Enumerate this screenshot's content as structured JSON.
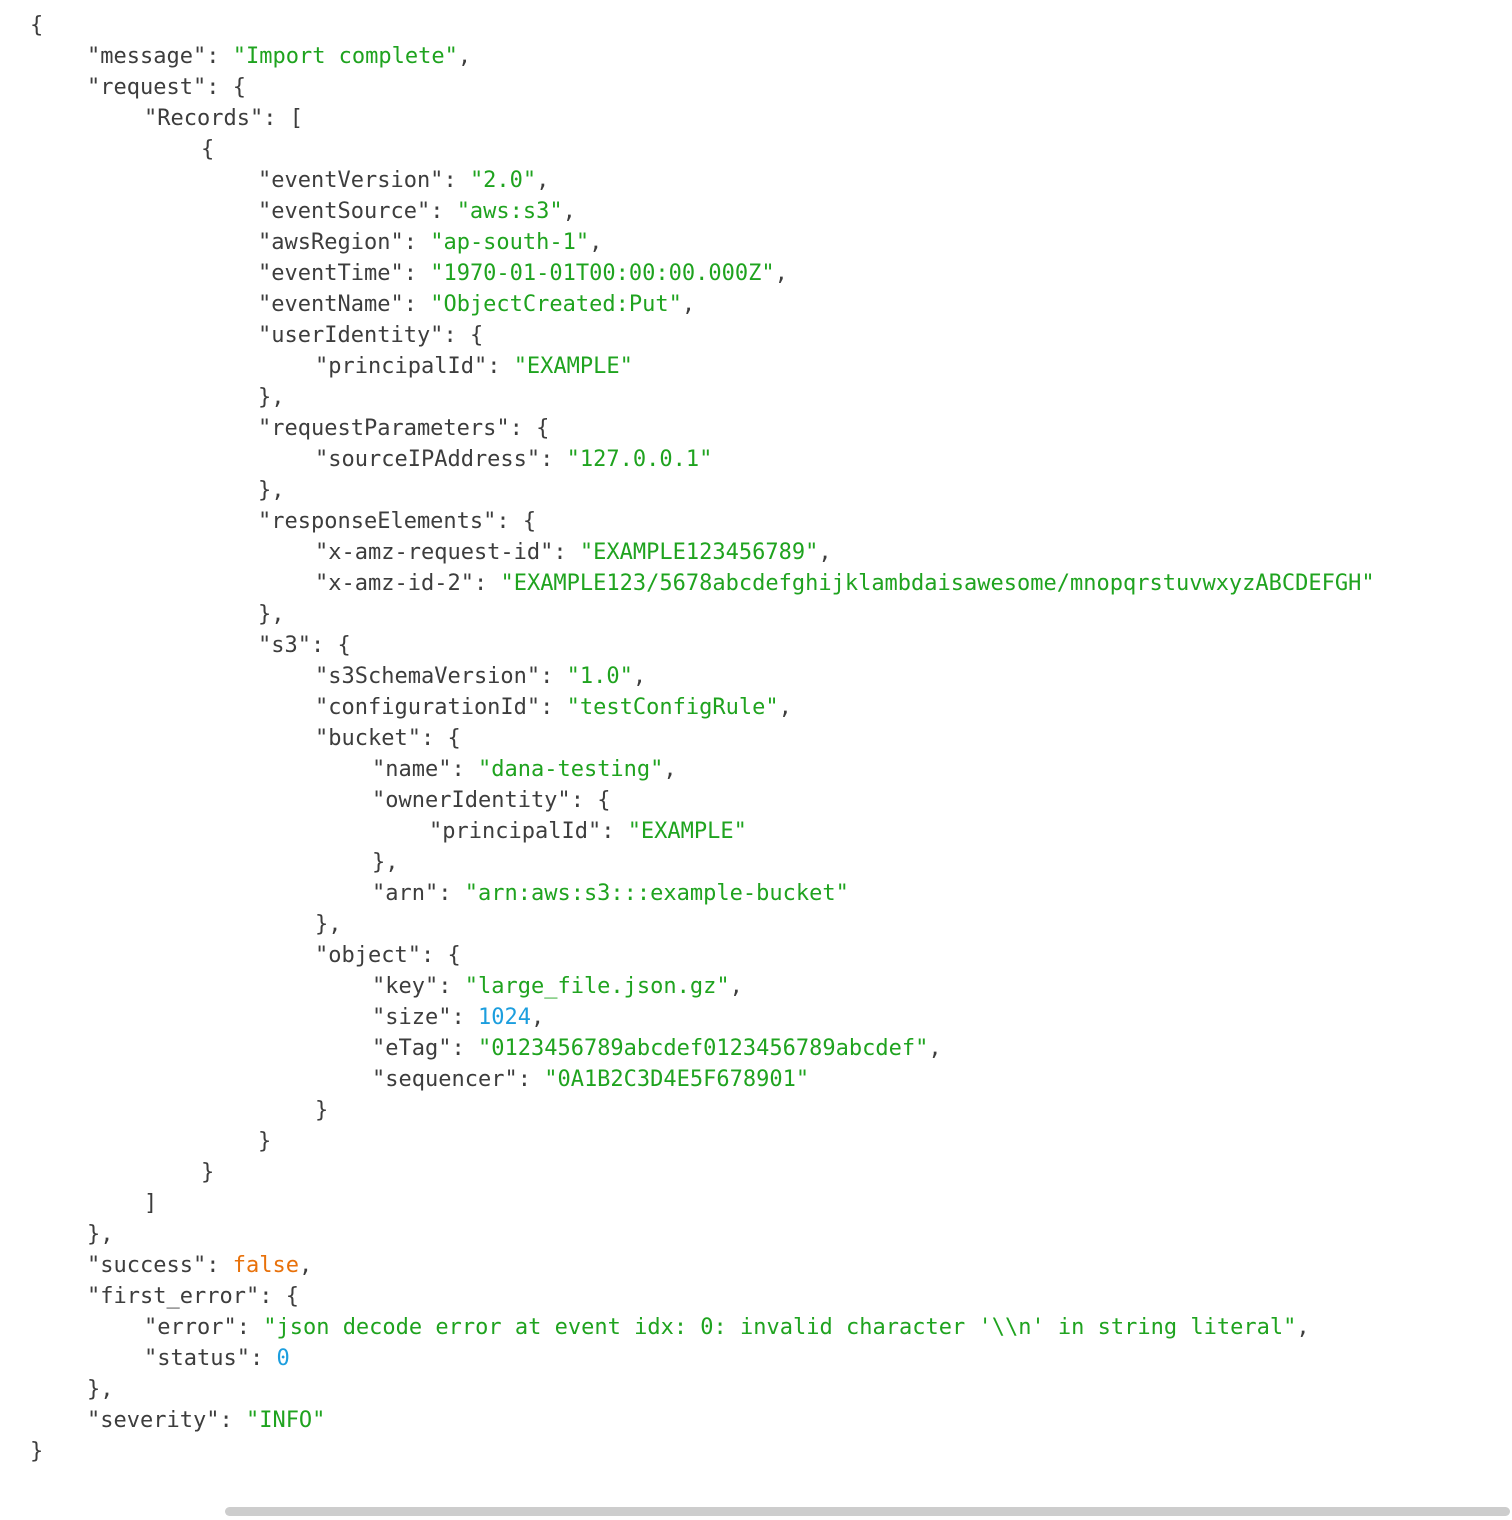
{
  "colors": {
    "background": "#ffffff",
    "key": "#3d3d3d",
    "punct": "#3d3d3d",
    "string": "#1fa31f",
    "number": "#1c9ede",
    "boolean": "#e8710a",
    "scrollbar": "#cdcdcd"
  },
  "json_lines": [
    {
      "i": 0,
      "t": [
        {
          "c": "p",
          "v": "{"
        }
      ]
    },
    {
      "i": 1,
      "t": [
        {
          "c": "k",
          "v": "\"message\""
        },
        {
          "c": "p",
          "v": ": "
        },
        {
          "c": "s",
          "v": "\"Import complete\""
        },
        {
          "c": "p",
          "v": ","
        }
      ]
    },
    {
      "i": 1,
      "t": [
        {
          "c": "k",
          "v": "\"request\""
        },
        {
          "c": "p",
          "v": ": "
        },
        {
          "c": "p",
          "v": "{"
        }
      ]
    },
    {
      "i": 2,
      "t": [
        {
          "c": "k",
          "v": "\"Records\""
        },
        {
          "c": "p",
          "v": ": "
        },
        {
          "c": "p",
          "v": "["
        }
      ]
    },
    {
      "i": 3,
      "t": [
        {
          "c": "p",
          "v": "{"
        }
      ]
    },
    {
      "i": 4,
      "t": [
        {
          "c": "k",
          "v": "\"eventVersion\""
        },
        {
          "c": "p",
          "v": ": "
        },
        {
          "c": "s",
          "v": "\"2.0\""
        },
        {
          "c": "p",
          "v": ","
        }
      ]
    },
    {
      "i": 4,
      "t": [
        {
          "c": "k",
          "v": "\"eventSource\""
        },
        {
          "c": "p",
          "v": ": "
        },
        {
          "c": "s",
          "v": "\"aws:s3\""
        },
        {
          "c": "p",
          "v": ","
        }
      ]
    },
    {
      "i": 4,
      "t": [
        {
          "c": "k",
          "v": "\"awsRegion\""
        },
        {
          "c": "p",
          "v": ": "
        },
        {
          "c": "s",
          "v": "\"ap-south-1\""
        },
        {
          "c": "p",
          "v": ","
        }
      ]
    },
    {
      "i": 4,
      "t": [
        {
          "c": "k",
          "v": "\"eventTime\""
        },
        {
          "c": "p",
          "v": ": "
        },
        {
          "c": "s",
          "v": "\"1970-01-01T00:00:00.000Z\""
        },
        {
          "c": "p",
          "v": ","
        }
      ]
    },
    {
      "i": 4,
      "t": [
        {
          "c": "k",
          "v": "\"eventName\""
        },
        {
          "c": "p",
          "v": ": "
        },
        {
          "c": "s",
          "v": "\"ObjectCreated:Put\""
        },
        {
          "c": "p",
          "v": ","
        }
      ]
    },
    {
      "i": 4,
      "t": [
        {
          "c": "k",
          "v": "\"userIdentity\""
        },
        {
          "c": "p",
          "v": ": "
        },
        {
          "c": "p",
          "v": "{"
        }
      ]
    },
    {
      "i": 5,
      "t": [
        {
          "c": "k",
          "v": "\"principalId\""
        },
        {
          "c": "p",
          "v": ": "
        },
        {
          "c": "s",
          "v": "\"EXAMPLE\""
        }
      ]
    },
    {
      "i": 4,
      "t": [
        {
          "c": "p",
          "v": "},"
        }
      ]
    },
    {
      "i": 4,
      "t": [
        {
          "c": "k",
          "v": "\"requestParameters\""
        },
        {
          "c": "p",
          "v": ": "
        },
        {
          "c": "p",
          "v": "{"
        }
      ]
    },
    {
      "i": 5,
      "t": [
        {
          "c": "k",
          "v": "\"sourceIPAddress\""
        },
        {
          "c": "p",
          "v": ": "
        },
        {
          "c": "s",
          "v": "\"127.0.0.1\""
        }
      ]
    },
    {
      "i": 4,
      "t": [
        {
          "c": "p",
          "v": "},"
        }
      ]
    },
    {
      "i": 4,
      "t": [
        {
          "c": "k",
          "v": "\"responseElements\""
        },
        {
          "c": "p",
          "v": ": "
        },
        {
          "c": "p",
          "v": "{"
        }
      ]
    },
    {
      "i": 5,
      "t": [
        {
          "c": "k",
          "v": "\"x-amz-request-id\""
        },
        {
          "c": "p",
          "v": ": "
        },
        {
          "c": "s",
          "v": "\"EXAMPLE123456789\""
        },
        {
          "c": "p",
          "v": ","
        }
      ]
    },
    {
      "i": 5,
      "t": [
        {
          "c": "k",
          "v": "\"x-amz-id-2\""
        },
        {
          "c": "p",
          "v": ": "
        },
        {
          "c": "s",
          "v": "\"EXAMPLE123/5678abcdefghijklambdaisawesome/mnopqrstuvwxyzABCDEFGH\""
        }
      ]
    },
    {
      "i": 4,
      "t": [
        {
          "c": "p",
          "v": "},"
        }
      ]
    },
    {
      "i": 4,
      "t": [
        {
          "c": "k",
          "v": "\"s3\""
        },
        {
          "c": "p",
          "v": ": "
        },
        {
          "c": "p",
          "v": "{"
        }
      ]
    },
    {
      "i": 5,
      "t": [
        {
          "c": "k",
          "v": "\"s3SchemaVersion\""
        },
        {
          "c": "p",
          "v": ": "
        },
        {
          "c": "s",
          "v": "\"1.0\""
        },
        {
          "c": "p",
          "v": ","
        }
      ]
    },
    {
      "i": 5,
      "t": [
        {
          "c": "k",
          "v": "\"configurationId\""
        },
        {
          "c": "p",
          "v": ": "
        },
        {
          "c": "s",
          "v": "\"testConfigRule\""
        },
        {
          "c": "p",
          "v": ","
        }
      ]
    },
    {
      "i": 5,
      "t": [
        {
          "c": "k",
          "v": "\"bucket\""
        },
        {
          "c": "p",
          "v": ": "
        },
        {
          "c": "p",
          "v": "{"
        }
      ]
    },
    {
      "i": 6,
      "t": [
        {
          "c": "k",
          "v": "\"name\""
        },
        {
          "c": "p",
          "v": ": "
        },
        {
          "c": "s",
          "v": "\"dana-testing\""
        },
        {
          "c": "p",
          "v": ","
        }
      ]
    },
    {
      "i": 6,
      "t": [
        {
          "c": "k",
          "v": "\"ownerIdentity\""
        },
        {
          "c": "p",
          "v": ": "
        },
        {
          "c": "p",
          "v": "{"
        }
      ]
    },
    {
      "i": 7,
      "t": [
        {
          "c": "k",
          "v": "\"principalId\""
        },
        {
          "c": "p",
          "v": ": "
        },
        {
          "c": "s",
          "v": "\"EXAMPLE\""
        }
      ]
    },
    {
      "i": 6,
      "t": [
        {
          "c": "p",
          "v": "},"
        }
      ]
    },
    {
      "i": 6,
      "t": [
        {
          "c": "k",
          "v": "\"arn\""
        },
        {
          "c": "p",
          "v": ": "
        },
        {
          "c": "s",
          "v": "\"arn:aws:s3:::example-bucket\""
        }
      ]
    },
    {
      "i": 5,
      "t": [
        {
          "c": "p",
          "v": "},"
        }
      ]
    },
    {
      "i": 5,
      "t": [
        {
          "c": "k",
          "v": "\"object\""
        },
        {
          "c": "p",
          "v": ": "
        },
        {
          "c": "p",
          "v": "{"
        }
      ]
    },
    {
      "i": 6,
      "t": [
        {
          "c": "k",
          "v": "\"key\""
        },
        {
          "c": "p",
          "v": ": "
        },
        {
          "c": "s",
          "v": "\"large_file.json.gz\""
        },
        {
          "c": "p",
          "v": ","
        }
      ]
    },
    {
      "i": 6,
      "t": [
        {
          "c": "k",
          "v": "\"size\""
        },
        {
          "c": "p",
          "v": ": "
        },
        {
          "c": "n",
          "v": "1024"
        },
        {
          "c": "p",
          "v": ","
        }
      ]
    },
    {
      "i": 6,
      "t": [
        {
          "c": "k",
          "v": "\"eTag\""
        },
        {
          "c": "p",
          "v": ": "
        },
        {
          "c": "s",
          "v": "\"0123456789abcdef0123456789abcdef\""
        },
        {
          "c": "p",
          "v": ","
        }
      ]
    },
    {
      "i": 6,
      "t": [
        {
          "c": "k",
          "v": "\"sequencer\""
        },
        {
          "c": "p",
          "v": ": "
        },
        {
          "c": "s",
          "v": "\"0A1B2C3D4E5F678901\""
        }
      ]
    },
    {
      "i": 5,
      "t": [
        {
          "c": "p",
          "v": "}"
        }
      ]
    },
    {
      "i": 4,
      "t": [
        {
          "c": "p",
          "v": "}"
        }
      ]
    },
    {
      "i": 3,
      "t": [
        {
          "c": "p",
          "v": "}"
        }
      ]
    },
    {
      "i": 2,
      "t": [
        {
          "c": "p",
          "v": "]"
        }
      ]
    },
    {
      "i": 1,
      "t": [
        {
          "c": "p",
          "v": "},"
        }
      ]
    },
    {
      "i": 1,
      "t": [
        {
          "c": "k",
          "v": "\"success\""
        },
        {
          "c": "p",
          "v": ": "
        },
        {
          "c": "b",
          "v": "false"
        },
        {
          "c": "p",
          "v": ","
        }
      ]
    },
    {
      "i": 1,
      "t": [
        {
          "c": "k",
          "v": "\"first_error\""
        },
        {
          "c": "p",
          "v": ": "
        },
        {
          "c": "p",
          "v": "{"
        }
      ]
    },
    {
      "i": 2,
      "t": [
        {
          "c": "k",
          "v": "\"error\""
        },
        {
          "c": "p",
          "v": ": "
        },
        {
          "c": "s",
          "v": "\"json decode error at event idx: 0: invalid character '\\\\n' in string literal\""
        },
        {
          "c": "p",
          "v": ","
        }
      ]
    },
    {
      "i": 2,
      "t": [
        {
          "c": "k",
          "v": "\"status\""
        },
        {
          "c": "p",
          "v": ": "
        },
        {
          "c": "n",
          "v": "0"
        }
      ]
    },
    {
      "i": 1,
      "t": [
        {
          "c": "p",
          "v": "},"
        }
      ]
    },
    {
      "i": 1,
      "t": [
        {
          "c": "k",
          "v": "\"severity\""
        },
        {
          "c": "p",
          "v": ": "
        },
        {
          "c": "s",
          "v": "\"INFO\""
        }
      ]
    },
    {
      "i": 0,
      "t": [
        {
          "c": "p",
          "v": "}"
        }
      ]
    }
  ]
}
